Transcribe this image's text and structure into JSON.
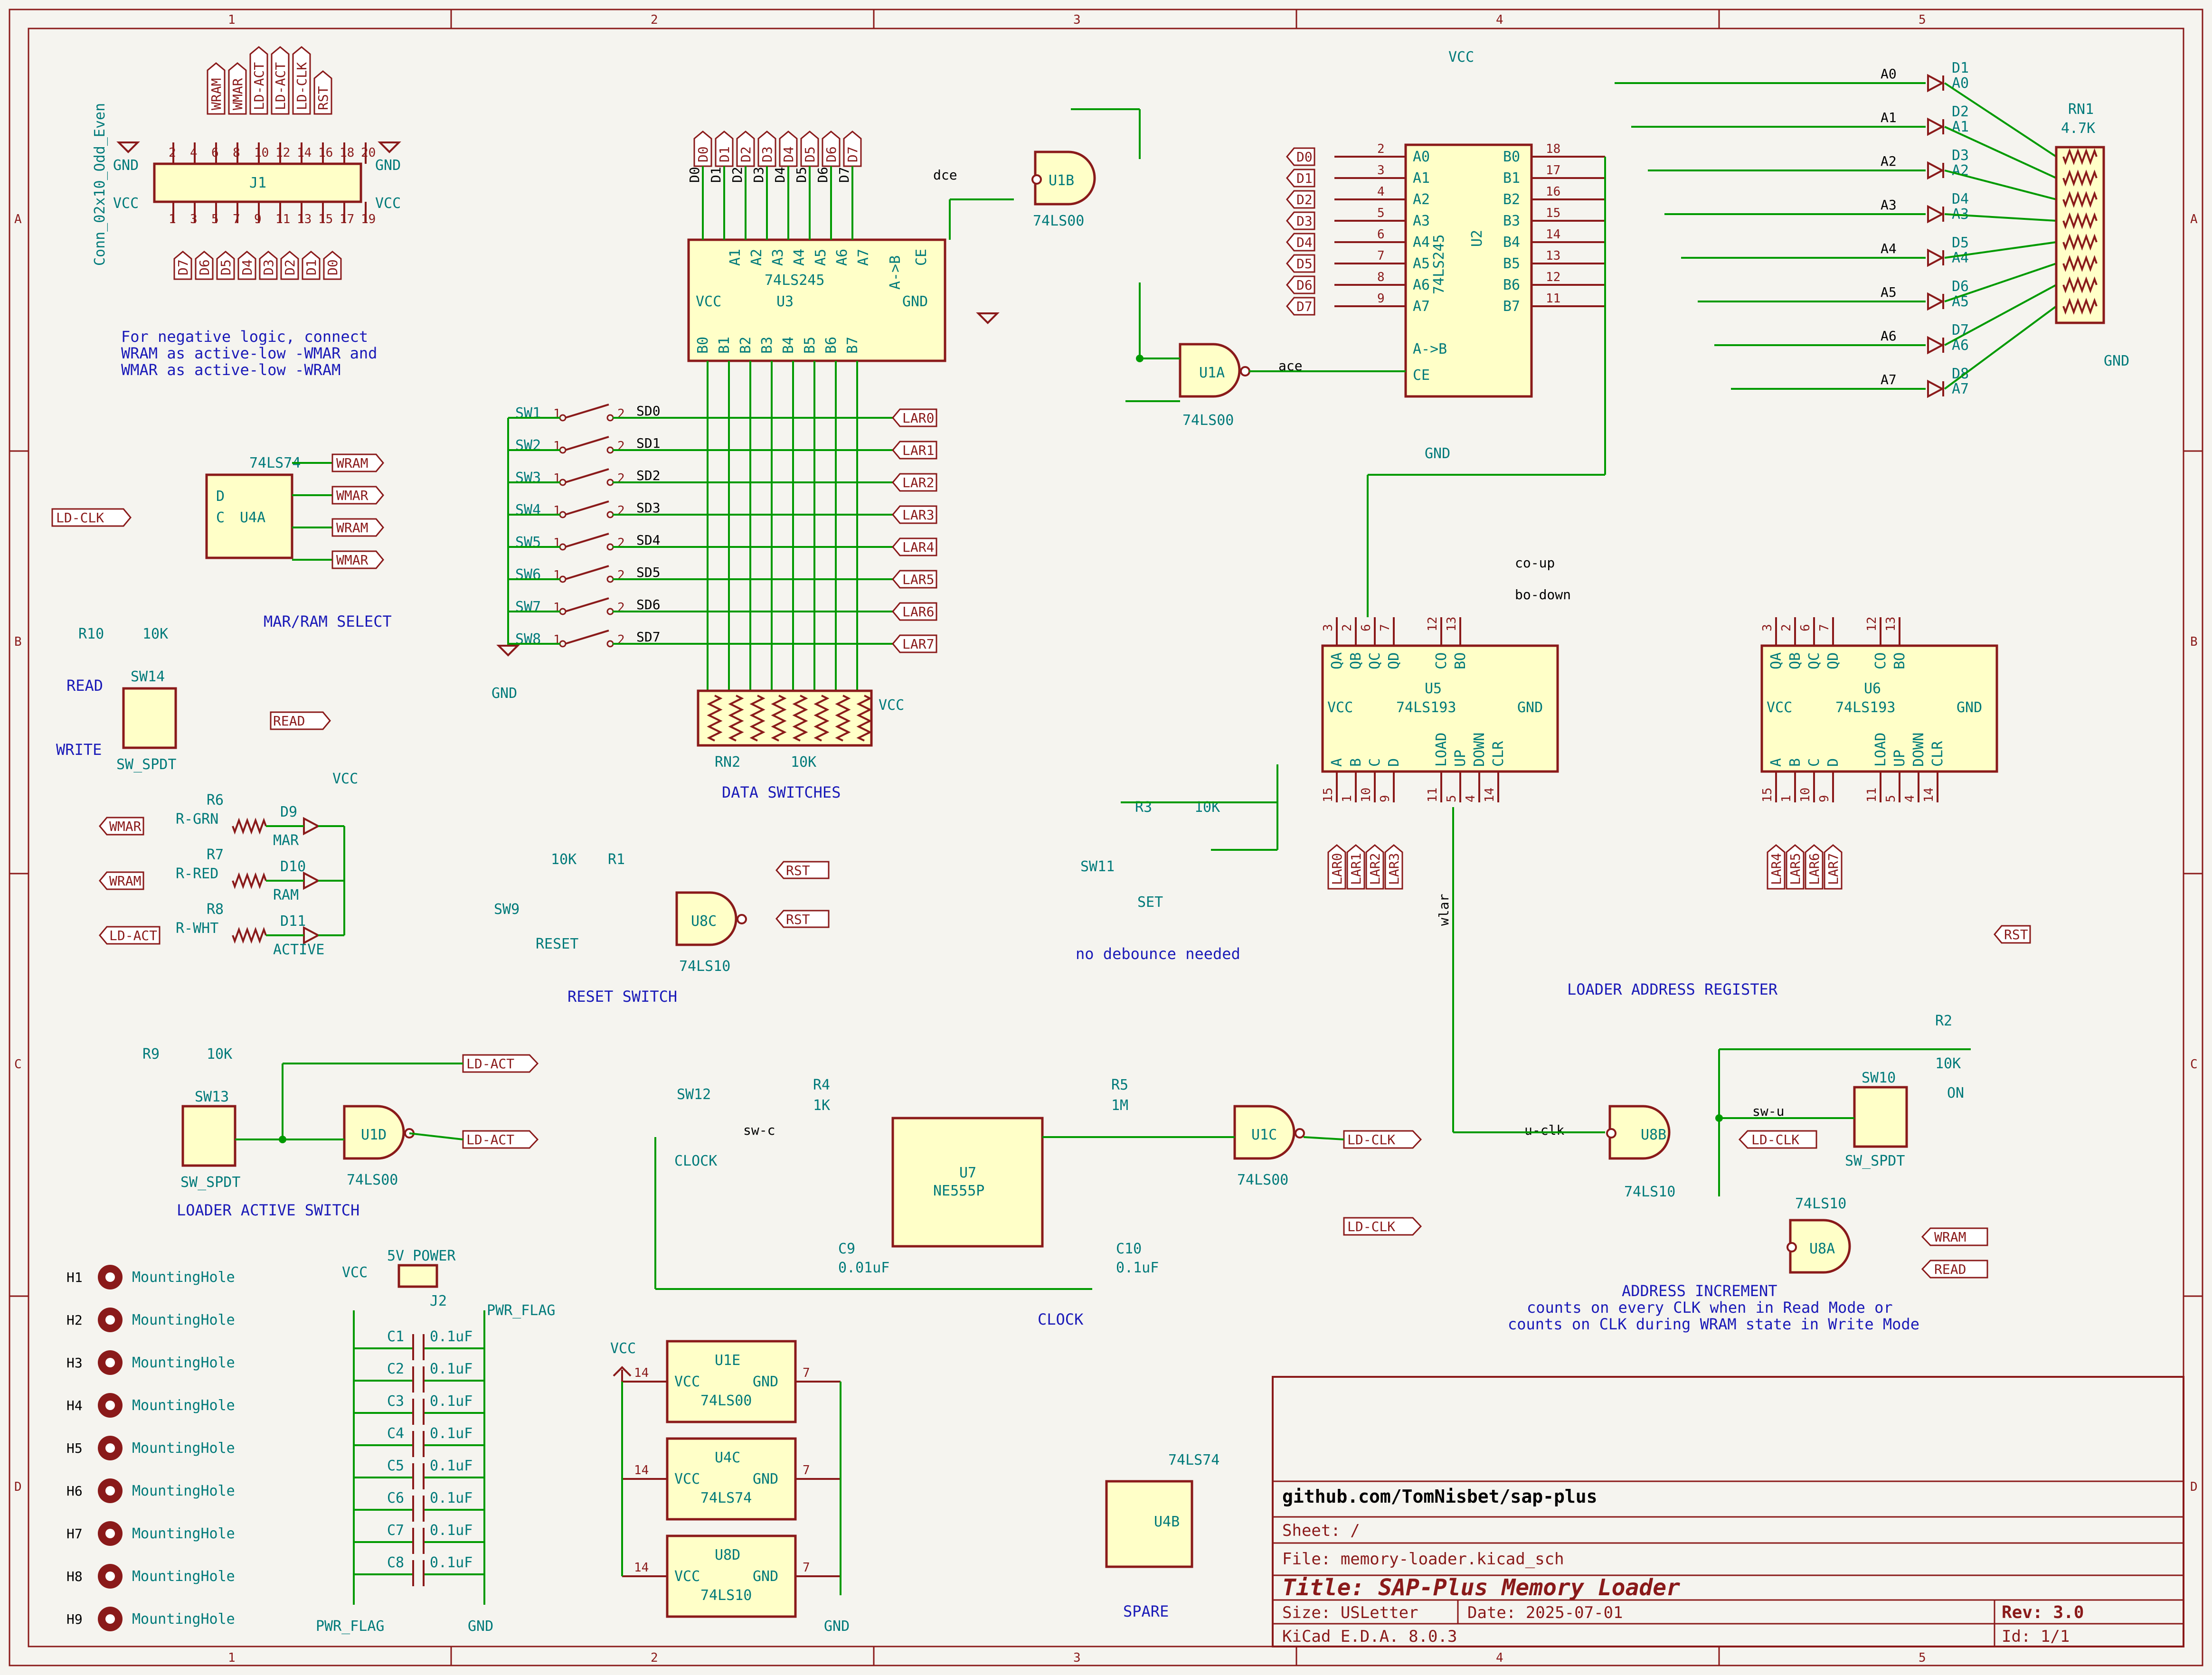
{
  "frame": {
    "columns": [
      "1",
      "2",
      "3",
      "4",
      "5"
    ],
    "rows": [
      "A",
      "B",
      "C",
      "D"
    ]
  },
  "colors": {
    "wire": "#009a00",
    "symbol": "#8a1a1a",
    "fill": "#ffffc8",
    "text": "#007a7a",
    "note": "#1a1ab8"
  },
  "connector": {
    "ref": "J1",
    "value": "Conn_02x10_Odd_Even",
    "top_signals": [
      "WRAM",
      "WMAR",
      "LD-ACT",
      "LD-ACT",
      "LD-CLK",
      "RST"
    ],
    "bottom_signals": [
      "D7",
      "D6",
      "D5",
      "D4",
      "D3",
      "D2",
      "D1",
      "D0"
    ],
    "top_pins": [
      "2",
      "4",
      "6",
      "8",
      "10",
      "12",
      "14",
      "16",
      "18",
      "20"
    ],
    "bottom_pins": [
      "1",
      "3",
      "5",
      "7",
      "9",
      "11",
      "13",
      "15",
      "17",
      "19"
    ],
    "vcc": "VCC",
    "gnd": "GND"
  },
  "notes": {
    "negative_logic": [
      "For negative logic, connect",
      "WRAM as active-low -WMAR and",
      "WMAR as active-low -WRAM"
    ],
    "mar_ram_select": "MAR/RAM SELECT",
    "data_switches": "DATA SWITCHES",
    "reset_switch": "RESET SWITCH",
    "loader_active_switch": "LOADER ACTIVE SWITCH",
    "clock": "CLOCK",
    "no_debounce": "no debounce needed",
    "loader_address_register": "LOADER ADDRESS REGISTER",
    "address_increment": [
      "ADDRESS INCREMENT",
      "counts on every CLK when in Read Mode or",
      "counts on CLK during WRAM state in Write Mode"
    ],
    "spare": "SPARE",
    "power": "5V POWER"
  },
  "u3": {
    "ref": "U3",
    "value": "74LS245",
    "a_pins": [
      "A1",
      "A2",
      "A3",
      "A4",
      "A5",
      "A6",
      "A7"
    ],
    "b_pins": [
      "B0",
      "B1",
      "B2",
      "B3",
      "B4",
      "B5",
      "B6",
      "B7"
    ],
    "vcc": "VCC",
    "gnd": "GND",
    "dir": "A->B",
    "ce": "CE",
    "dce": "dce"
  },
  "u2": {
    "ref": "U2",
    "value": "74LS245",
    "a_pins": [
      "A0",
      "A1",
      "A2",
      "A3",
      "A4",
      "A5",
      "A6",
      "A7"
    ],
    "b_pins": [
      "B0",
      "B1",
      "B2",
      "B3",
      "B4",
      "B5",
      "B6",
      "B7"
    ],
    "inputs": [
      "D0",
      "D1",
      "D2",
      "D3",
      "D4",
      "D5",
      "D6",
      "D7"
    ],
    "nums": [
      "2",
      "3",
      "4",
      "5",
      "6",
      "7",
      "8",
      "9"
    ],
    "bnums": [
      "18",
      "17",
      "16",
      "15",
      "14",
      "13",
      "12",
      "11"
    ]
  },
  "data_bus_top": [
    "D0",
    "D1",
    "D2",
    "D3",
    "D4",
    "D5",
    "D6",
    "D7"
  ],
  "switches": {
    "names": [
      "SW1",
      "SW2",
      "SW3",
      "SW4",
      "SW5",
      "SW6",
      "SW7",
      "SW8"
    ],
    "nets": [
      "SD0",
      "SD1",
      "SD2",
      "SD3",
      "SD4",
      "SD5",
      "SD6",
      "SD7"
    ],
    "outputs": [
      "LAR0",
      "LAR1",
      "LAR2",
      "LAR3",
      "LAR4",
      "LAR5",
      "LAR6",
      "LAR7"
    ]
  },
  "rn2": {
    "ref": "RN2",
    "value": "10K"
  },
  "rn1": {
    "ref": "RN1",
    "value": "4.7K"
  },
  "leds": {
    "labels": [
      "A0",
      "A1",
      "A2",
      "A3",
      "A4",
      "A5",
      "A6",
      "A7"
    ],
    "refs": [
      "D1",
      "D2",
      "D3",
      "D4",
      "D5",
      "D6",
      "D7",
      "D8"
    ]
  },
  "counters": {
    "u5": {
      "ref": "U5",
      "value": "74LS193",
      "outs": [
        "LAR0",
        "LAR1",
        "LAR2",
        "LAR3"
      ]
    },
    "u6": {
      "ref": "U6",
      "value": "74LS193",
      "outs": [
        "LAR4",
        "LAR5",
        "LAR6",
        "LAR7"
      ]
    },
    "co_up": "co-up",
    "bo_down": "bo-down",
    "wlar": "wlar",
    "pins": [
      "QA",
      "QB",
      "QC",
      "QD",
      "CO",
      "BO",
      "VCC",
      "GND",
      "A",
      "B",
      "C",
      "D",
      "LOAD",
      "UP",
      "DOWN",
      "CLR"
    ]
  },
  "u4a": {
    "ref": "U4A",
    "value": "74LS74",
    "outs": [
      "WRAM",
      "WMAR",
      "WRAM",
      "WMAR"
    ],
    "in": "LD-CLK"
  },
  "sw14": {
    "ref": "SW14",
    "value": "SW_SPDT",
    "read": "READ",
    "write": "WRITE",
    "out": "READ",
    "r": "R10",
    "rval": "10K"
  },
  "leds_status": [
    {
      "net": "WMAR",
      "r": "R6",
      "rv": "R-GRN",
      "d": "D9",
      "label": "MAR"
    },
    {
      "net": "WRAM",
      "r": "R7",
      "rv": "R-RED",
      "d": "D10",
      "label": "RAM"
    },
    {
      "net": "LD-ACT",
      "r": "R8",
      "rv": "R-WHT",
      "d": "D11",
      "label": "ACTIVE"
    }
  ],
  "reset": {
    "r": "R1",
    "rval": "10K",
    "sw": "SW9",
    "swlabel": "RESET",
    "gate": "U8C",
    "value": "74LS10",
    "out": "RST"
  },
  "u1": {
    "a": "U1A",
    "b": "U1B",
    "c": "U1C",
    "d": "U1D",
    "value": "74LS00",
    "ace": "ace",
    "wram": "WRAM",
    "ldact": "LD-ACT",
    "wmar": "WMAR"
  },
  "set": {
    "r": "R3",
    "rval": "10K",
    "sw": "SW11",
    "label": "SET"
  },
  "loader_active": {
    "r": "R9",
    "rval": "10K",
    "sw": "SW13",
    "value": "SW_SPDT",
    "out": "LD-ACT"
  },
  "clock_ckt": {
    "sw": "SW12",
    "swlabel": "CLOCK",
    "swc": "sw-c",
    "r4": "R4",
    "r4v": "1K",
    "r5": "R5",
    "r5v": "1M",
    "u7": "U7",
    "u7v": "NE555P",
    "c9": "C9",
    "c9v": "0.01uF",
    "c10": "C10",
    "c10v": "0.1uF",
    "out": "LD-CLK"
  },
  "incr": {
    "u8b": "U8B",
    "u8a": "U8A",
    "value": "74LS10",
    "uclk": "u-clk",
    "swu": "sw-u",
    "sw": "SW10",
    "swv": "SW_SPDT",
    "on": "ON",
    "r": "R2",
    "rval": "10K",
    "wram": "WRAM",
    "read": "READ",
    "ldclk": "LD-CLK"
  },
  "holes": [
    "H1",
    "H2",
    "H3",
    "H4",
    "H5",
    "H6",
    "H7",
    "H8",
    "H9"
  ],
  "hole_value": "MountingHole",
  "caps": [
    "C1",
    "C2",
    "C3",
    "C4",
    "C5",
    "C6",
    "C7",
    "C8"
  ],
  "cap_value": "0.1uF",
  "power": {
    "j": "J2",
    "flag": "PWR_FLAG"
  },
  "power_units": [
    {
      "ref": "U1E",
      "value": "74LS00"
    },
    {
      "ref": "U4C",
      "value": "74LS74"
    },
    {
      "ref": "U8D",
      "value": "74LS10"
    }
  ],
  "u4b": {
    "ref": "U4B",
    "value": "74LS74"
  },
  "title_block": {
    "url": "github.com/TomNisbet/sap-plus",
    "sheet": "Sheet: /",
    "file": "File: memory-loader.kicad_sch",
    "title": "Title: SAP-Plus Memory Loader",
    "size": "Size: USLetter",
    "date": "Date: 2025-07-01",
    "rev": "Rev: 3.0",
    "tool": "KiCad E.D.A. 8.0.3",
    "id": "Id: 1/1"
  }
}
